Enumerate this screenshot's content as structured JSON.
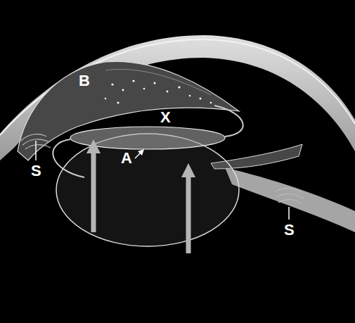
{
  "diagram": {
    "labels": [
      "B",
      "X",
      "S",
      "A",
      "S"
    ]
  }
}
